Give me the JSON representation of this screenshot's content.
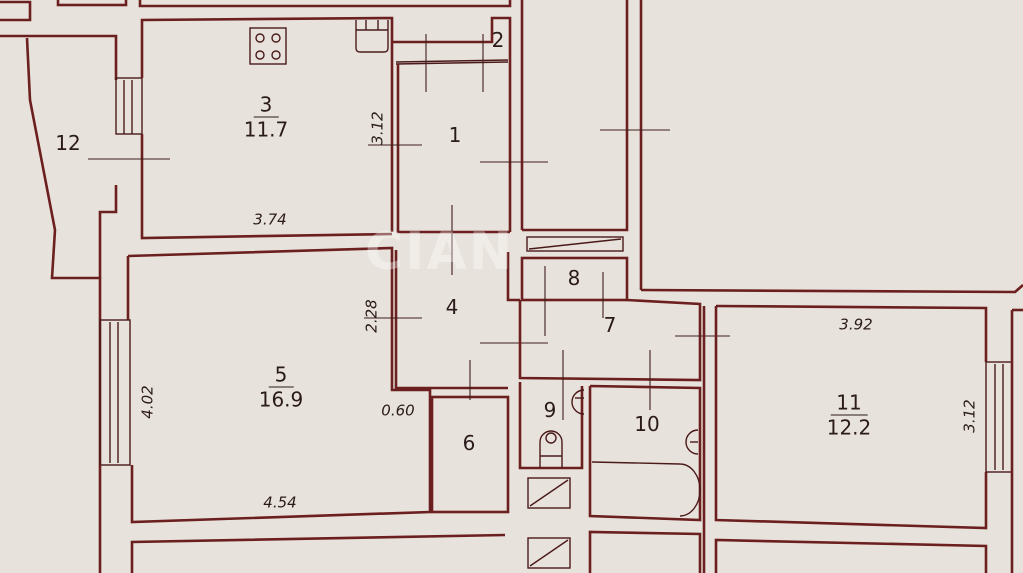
{
  "plan": {
    "background_color": "#e8e2dc",
    "wall_color": "#6b1f1f",
    "watermark": "CIAN",
    "rooms": [
      {
        "id": "1",
        "number": "1",
        "area": null
      },
      {
        "id": "2",
        "number": "2",
        "area": null
      },
      {
        "id": "3",
        "number": "3",
        "area": "11.7"
      },
      {
        "id": "4",
        "number": "4",
        "area": null
      },
      {
        "id": "5",
        "number": "5",
        "area": "16.9"
      },
      {
        "id": "6",
        "number": "6",
        "area": null
      },
      {
        "id": "7",
        "number": "7",
        "area": null
      },
      {
        "id": "8",
        "number": "8",
        "area": null
      },
      {
        "id": "9",
        "number": "9",
        "area": null
      },
      {
        "id": "10",
        "number": "10",
        "area": null
      },
      {
        "id": "11",
        "number": "11",
        "area": "12.2"
      },
      {
        "id": "12",
        "number": "12",
        "area": null
      }
    ],
    "dimensions": {
      "room3_height": "3.12",
      "room3_width": "3.74",
      "room4_height": "2.28",
      "room5_height": "4.02",
      "room5_width": "4.54",
      "room5_niche": "0.60",
      "room11_width": "3.92",
      "room11_height": "3.12"
    },
    "fixtures": [
      "stove-icon",
      "kitchen-sink-icon",
      "toilet-icon",
      "bathtub-icon",
      "washbasin-icon",
      "ventilation-shaft-icon"
    ]
  }
}
